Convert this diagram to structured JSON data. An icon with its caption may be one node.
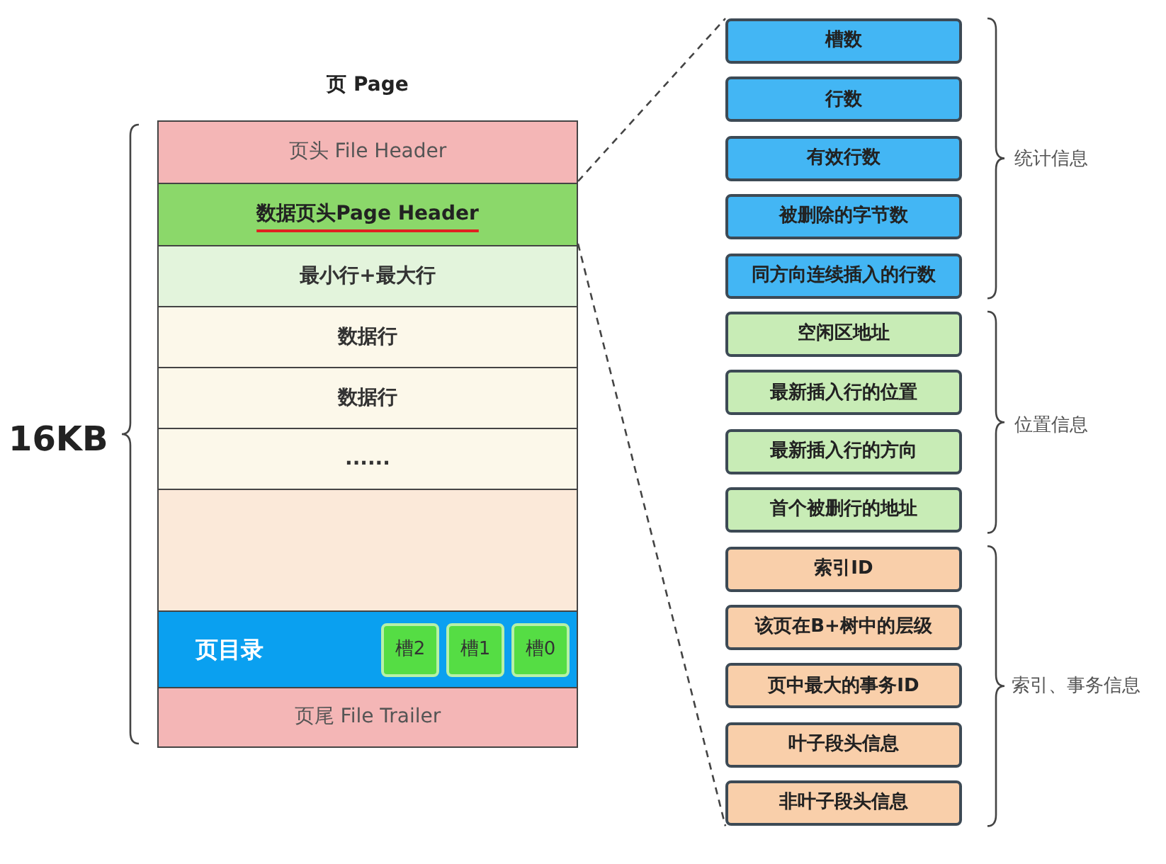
{
  "diagram": {
    "nodes": [
      {
        "text": [
          "页 Page"
        ]
      },
      {
        "text": [
          "页头 File Header"
        ],
        "in": 0
      },
      {
        "text": [
          "数据页头Page Header"
        ],
        "in": 0
      },
      {
        "text": [
          "最小行+最大行"
        ],
        "in": 0
      },
      {
        "text": [
          "数据行"
        ],
        "in": 0
      },
      {
        "text": [
          "数据行"
        ],
        "in": 0
      },
      {
        "text": [
          "......"
        ],
        "in": 0
      },
      {
        "text": [],
        "shape": "box",
        "in": 0
      },
      {
        "text": [
          "页目录"
        ],
        "in": 0
      },
      {
        "text": [
          "槽2"
        ],
        "in": 8
      },
      {
        "text": [
          "槽1"
        ],
        "in": 8
      },
      {
        "text": [
          "槽0"
        ],
        "in": 8
      },
      {
        "text": [
          "页尾 File Trailer"
        ],
        "in": 0
      },
      {
        "text": [
          "槽数"
        ]
      },
      {
        "text": [
          "行数"
        ]
      },
      {
        "text": [
          "有效行数"
        ]
      },
      {
        "text": [
          "被删除的字节数"
        ]
      },
      {
        "text": [
          "同方向连续插入的行数"
        ]
      },
      {
        "text": [
          "空闲区地址"
        ]
      },
      {
        "text": [
          "最新插入行的位置"
        ]
      },
      {
        "text": [
          "最新插入行的方向"
        ]
      },
      {
        "text": [
          "首个被删行的地址"
        ]
      },
      {
        "text": [
          "索引ID"
        ]
      },
      {
        "text": [
          "该页在B+树中的层级"
        ]
      },
      {
        "text": [
          "页中最大的事务ID"
        ]
      },
      {
        "text": [
          "叶子段头信息"
        ]
      },
      {
        "text": [
          "非叶子段头信息"
        ]
      }
    ],
    "edges": [
      {
        "from": 2,
        "to": 13,
        "arrow": "none",
        "style": "dashed"
      },
      {
        "from": 2,
        "to": 26,
        "arrow": "none",
        "style": "dashed"
      }
    ],
    "labels": [
      "16KB",
      "统计信息",
      "位置信息",
      "索引、事务信息"
    ]
  }
}
